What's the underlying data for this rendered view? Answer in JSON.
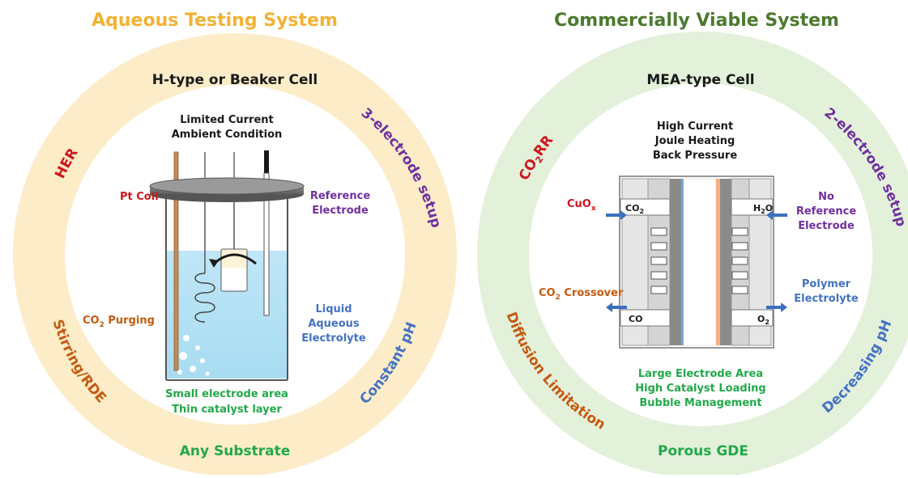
{
  "left": {
    "title": "Aqueous Testing System",
    "title_color": "#f2b233",
    "ring_color": "#fcecc8",
    "top_label": "H-type or Beaker Cell",
    "conditions": [
      "Limited Current",
      "Ambient Condition"
    ],
    "arc_top_left": "HER",
    "arc_top_right": "3-electrode setup",
    "arc_bottom_left": "Stirring/RDE",
    "arc_bottom_right": "Constant pH",
    "bottom_label": "Any Substrate",
    "pt_coil": "Pt Coil",
    "reference": [
      "Reference",
      "Electrode"
    ],
    "purging_pre": "CO",
    "purging_sub": "2",
    "purging_post": " Purging",
    "liquid": [
      "Liquid",
      "Aqueous",
      "Electrolyte"
    ],
    "inner_bottom": [
      "Small electrode area",
      "Thin catalyst layer"
    ]
  },
  "right": {
    "title": "Commercially Viable System",
    "title_color": "#4c7a2f",
    "ring_color": "#e3f0da",
    "top_label": "MEA-type Cell",
    "conditions": [
      "High Current",
      "Joule Heating",
      "Back Pressure"
    ],
    "arc_top_left_pre": "CO",
    "arc_top_left_sub": "2",
    "arc_top_left_post": "RR",
    "arc_top_right": "2-electrode setup",
    "arc_bottom_left": "Diffusion Limitation",
    "arc_bottom_right": "Decreasing pH",
    "bottom_label": "Porous GDE",
    "cuox_pre": "CuO",
    "cuox_sub": "x",
    "port_co2_pre": "CO",
    "port_co2_sub": "2",
    "port_h2o_pre": "H",
    "port_h2o_sub": "2",
    "port_h2o_post": "O",
    "port_co": "CO",
    "port_o2_pre": "O",
    "port_o2_sub": "2",
    "no_reference": [
      "No",
      "Reference",
      "Electrode"
    ],
    "crossover_pre": "CO",
    "crossover_sub": "2",
    "crossover_post": " Crossover",
    "polymer": [
      "Polymer",
      "Electrolyte"
    ],
    "inner_bottom": [
      "Large Electrode Area",
      "High Catalyst Loading",
      "Bubble Management"
    ]
  },
  "colors": {
    "red": "#d0161c",
    "purple": "#7030a0",
    "orange": "#c55a11",
    "blue": "#4472c4",
    "green": "#22a84a",
    "dark": "#1a1a1a"
  }
}
